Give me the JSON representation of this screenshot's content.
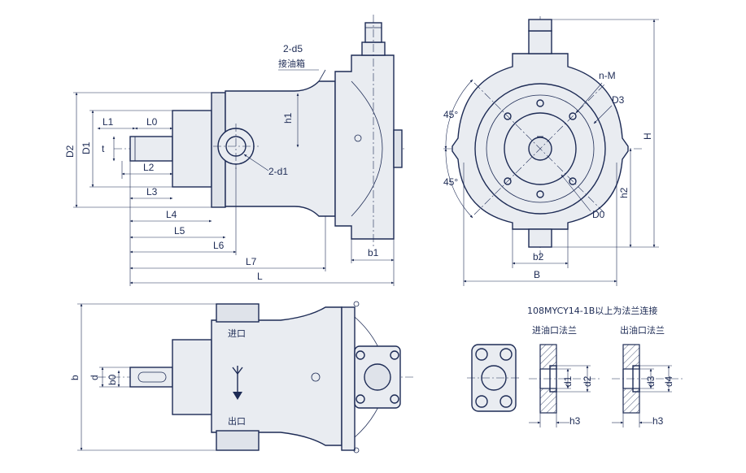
{
  "front_view": {
    "labels": {
      "d5": "2-d5",
      "drain": "接油箱",
      "d1": "2-d1",
      "h1": "h1",
      "D2": "D2",
      "D1": "D1",
      "t": "t",
      "L1": "L1",
      "L0": "L0",
      "L2": "L2",
      "L3": "L3",
      "L4": "L4",
      "L5": "L5",
      "L6": "L6",
      "L7": "L7",
      "L": "L",
      "b1": "b1"
    }
  },
  "end_view": {
    "labels": {
      "nM": "n-M",
      "D3": "D3",
      "D0": "D0",
      "angle_top": "45°",
      "angle_bottom": "45°",
      "H": "H",
      "h2": "h2",
      "b2": "b2",
      "B": "B"
    }
  },
  "top_view": {
    "labels": {
      "inlet": "进口",
      "outlet": "出口",
      "b": "b",
      "d": "d",
      "b0": "b0"
    }
  },
  "flange_detail": {
    "title": "108MYCY14-1B以上为法兰连接",
    "inlet_flange": "进油口法兰",
    "outlet_flange": "出油口法兰",
    "labels": {
      "d1": "d1",
      "d2": "d2",
      "d3": "d3",
      "d4": "d4",
      "h3_in": "h3",
      "h3_out": "h3"
    }
  },
  "colors": {
    "line": "#1d2b55",
    "fill": "#e9ecf1"
  }
}
